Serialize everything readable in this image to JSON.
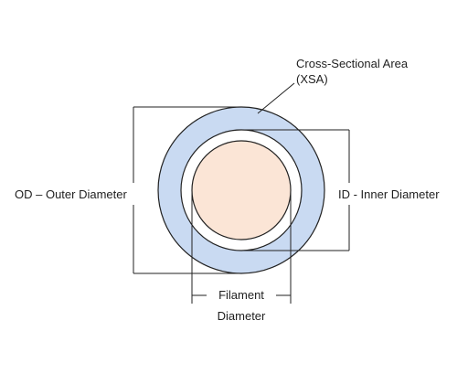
{
  "labels": {
    "xsa_line1": "Cross-Sectional Area",
    "xsa_line2": "(XSA)",
    "outer_diameter": "OD – Outer Diameter",
    "inner_diameter": "ID - Inner Diameter",
    "filament_line1": "Filament",
    "filament_line2": "Diameter"
  },
  "colors": {
    "outer_ring": "#c9daf2",
    "inner_gap": "#ffffff",
    "filament": "#fbe5d6",
    "stroke": "#222222"
  }
}
